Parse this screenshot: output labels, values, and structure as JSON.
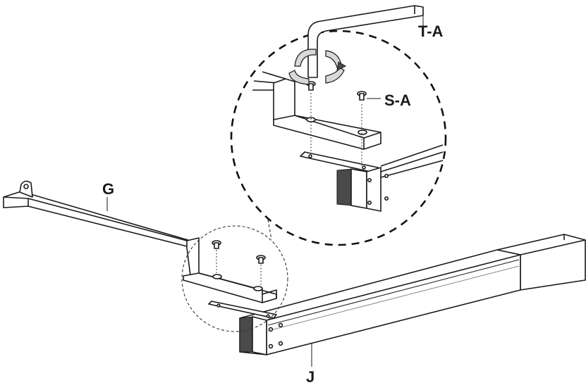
{
  "labels": {
    "tool": "T-A",
    "screw": "S-A",
    "bar_g": "G",
    "frame_j": "J"
  },
  "colors": {
    "line": "#1a1a1a",
    "background": "#ffffff",
    "shade": "#d9d9d9",
    "dark_face": "#4a4a4a"
  },
  "icons": {
    "rotation": "rotate-arrow-icon",
    "tool": "hex-key-icon",
    "screw": "screw-icon"
  }
}
